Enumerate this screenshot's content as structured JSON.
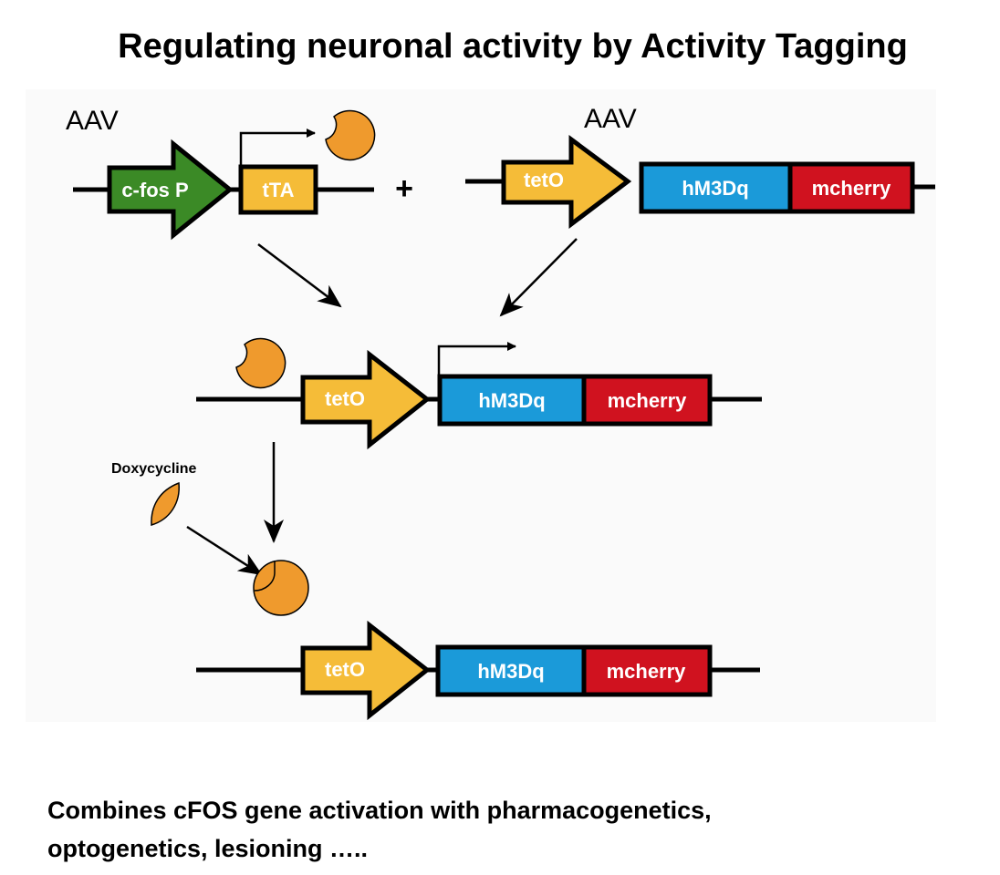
{
  "title": "Regulating neuronal activity by Activity Tagging",
  "vector_label_left": "AAV",
  "vector_label_right": "AAV",
  "plus": "+",
  "elements": {
    "promoter": "c-fos P",
    "transactivator": "tTA",
    "operator": "tetO",
    "receptor": "hM3Dq",
    "reporter": "mcherry"
  },
  "drug_label": "Doxycycline",
  "caption_line1": "Combines cFOS gene activation with pharmacogenetics,",
  "caption_line2": "optogenetics, lesioning …..",
  "colors": {
    "promoter": "#3b8a26",
    "operator": "#f5bc38",
    "receptor": "#1b9ad9",
    "reporter": "#d0121f",
    "protein": "#ef9a2d",
    "panel": "#fafafa"
  }
}
